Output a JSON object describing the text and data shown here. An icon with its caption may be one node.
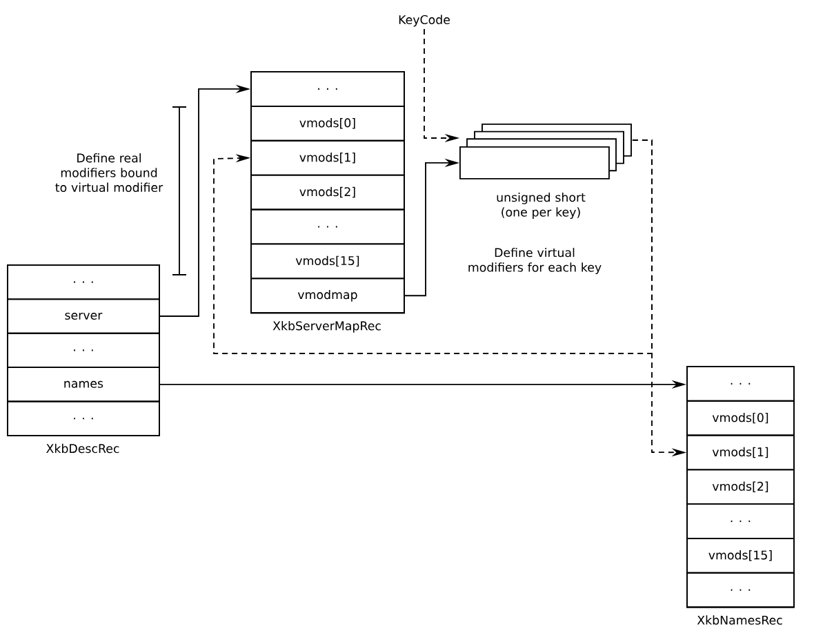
{
  "diagram": {
    "nodes": [
      {
        "text": [
          "XkbDescRec"
        ]
      },
      {
        "text": [
          ". . ."
        ],
        "in": 0
      },
      {
        "text": [
          "server"
        ],
        "in": 0
      },
      {
        "text": [
          ". . ."
        ],
        "in": 0
      },
      {
        "text": [
          "names"
        ],
        "in": 0
      },
      {
        "text": [
          ". . ."
        ],
        "in": 0
      },
      {
        "text": [
          "XkbServerMapRec"
        ]
      },
      {
        "text": [
          ". . ."
        ],
        "in": 6
      },
      {
        "text": [
          "vmods[0]"
        ],
        "in": 6
      },
      {
        "text": [
          "vmods[1]"
        ],
        "in": 6
      },
      {
        "text": [
          "vmods[2]"
        ],
        "in": 6
      },
      {
        "text": [
          ". . ."
        ],
        "in": 6
      },
      {
        "text": [
          "vmods[15]"
        ],
        "in": 6
      },
      {
        "text": [
          "vmodmap"
        ],
        "in": 6
      },
      {
        "text": [
          "KeyCode"
        ]
      },
      {
        "text": [],
        "shape": "box",
        "beside": [
          "unsigned short (one per key)"
        ]
      },
      {
        "text": [
          "XkbNamesRec"
        ]
      },
      {
        "text": [
          ". . ."
        ],
        "in": 16
      },
      {
        "text": [
          "vmods[0]"
        ],
        "in": 16
      },
      {
        "text": [
          "vmods[1]"
        ],
        "in": 16
      },
      {
        "text": [
          "vmods[2]"
        ],
        "in": 16
      },
      {
        "text": [
          ". . ."
        ],
        "in": 16
      },
      {
        "text": [
          "vmods[15]"
        ],
        "in": 16
      },
      {
        "text": [
          ". . ."
        ],
        "in": 16
      }
    ],
    "edges": [
      {
        "from": 2,
        "to": 7,
        "arrow": "to"
      },
      {
        "from": 4,
        "to": 17,
        "arrow": "to"
      },
      {
        "from": 13,
        "to": 15,
        "arrow": "to"
      },
      {
        "from": 14,
        "to": 15,
        "arrow": "to",
        "style": "dashed"
      },
      {
        "from": 15,
        "to": 9,
        "arrow": "to",
        "style": "dashed"
      },
      {
        "from": 15,
        "to": 19,
        "arrow": "to",
        "style": "dashed"
      }
    ],
    "labels": [
      "Define real modifiers bound to virtual modifier",
      "Define virtual modifiers for each key"
    ]
  }
}
